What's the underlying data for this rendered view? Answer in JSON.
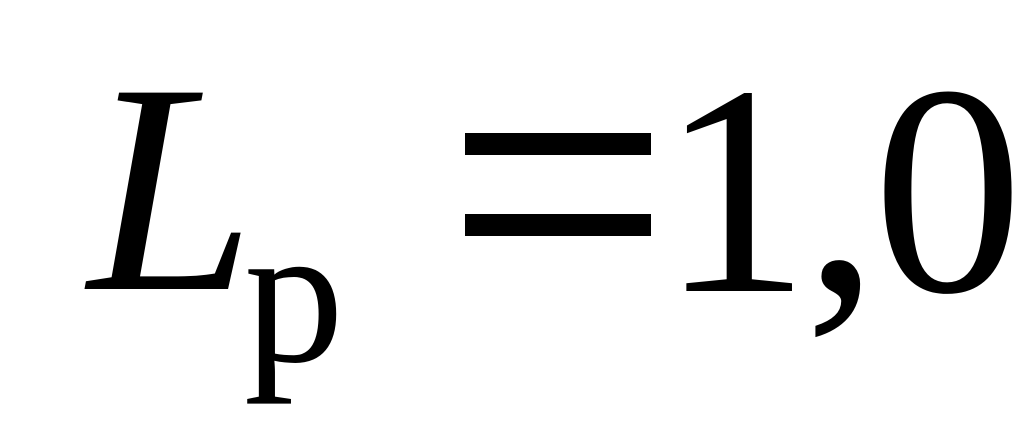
{
  "formula": {
    "variable": "L",
    "subscript": "p",
    "operator": "=",
    "value": "1,0"
  }
}
